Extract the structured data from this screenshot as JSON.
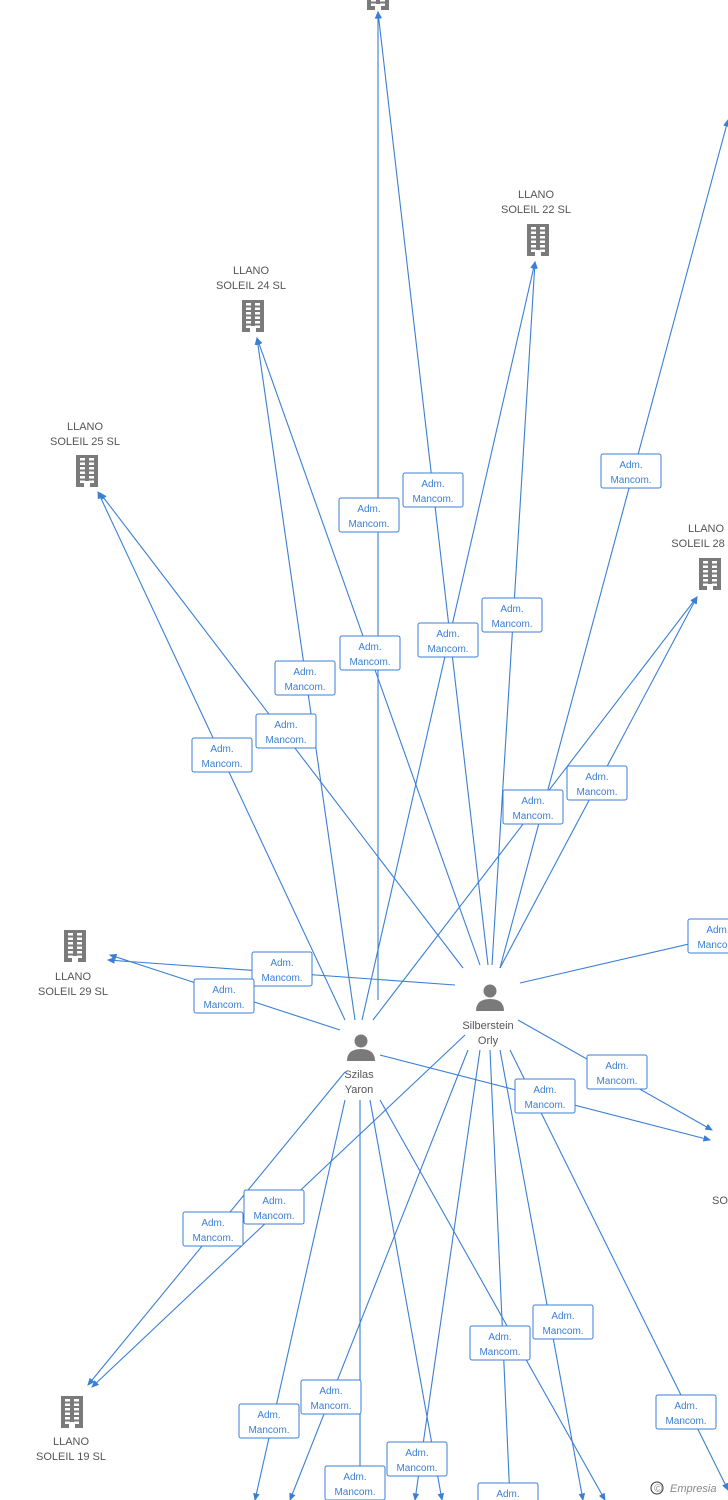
{
  "graph": {
    "edge_label_line1": "Adm.",
    "edge_label_line2": "Mancom.",
    "nodes": [
      {
        "id": "top",
        "type": "company",
        "lines": []
      },
      {
        "id": "s22",
        "type": "company",
        "lines": [
          "LLANO",
          "SOLEIL 22 SL"
        ]
      },
      {
        "id": "s24",
        "type": "company",
        "lines": [
          "LLANO",
          "SOLEIL 24 SL"
        ]
      },
      {
        "id": "s25",
        "type": "company",
        "lines": [
          "LLANO",
          "SOLEIL 25 SL"
        ]
      },
      {
        "id": "s28",
        "type": "company",
        "lines": [
          "LLANO",
          "SOLEIL 28"
        ]
      },
      {
        "id": "s29",
        "type": "company",
        "lines": [
          "LLANO",
          "SOLEIL 29 SL"
        ]
      },
      {
        "id": "s19",
        "type": "company",
        "lines": [
          "LLANO",
          "SOLEIL 19 SL"
        ]
      },
      {
        "id": "rightcut",
        "type": "company",
        "lines": [
          "SO"
        ]
      },
      {
        "id": "silberstein",
        "type": "person",
        "lines": [
          "Silberstein",
          "Orly"
        ]
      },
      {
        "id": "szilas",
        "type": "person",
        "lines": [
          "Szilas",
          "Yaron"
        ]
      }
    ]
  },
  "watermark": {
    "symbol": "©",
    "brand": "Empresia"
  }
}
